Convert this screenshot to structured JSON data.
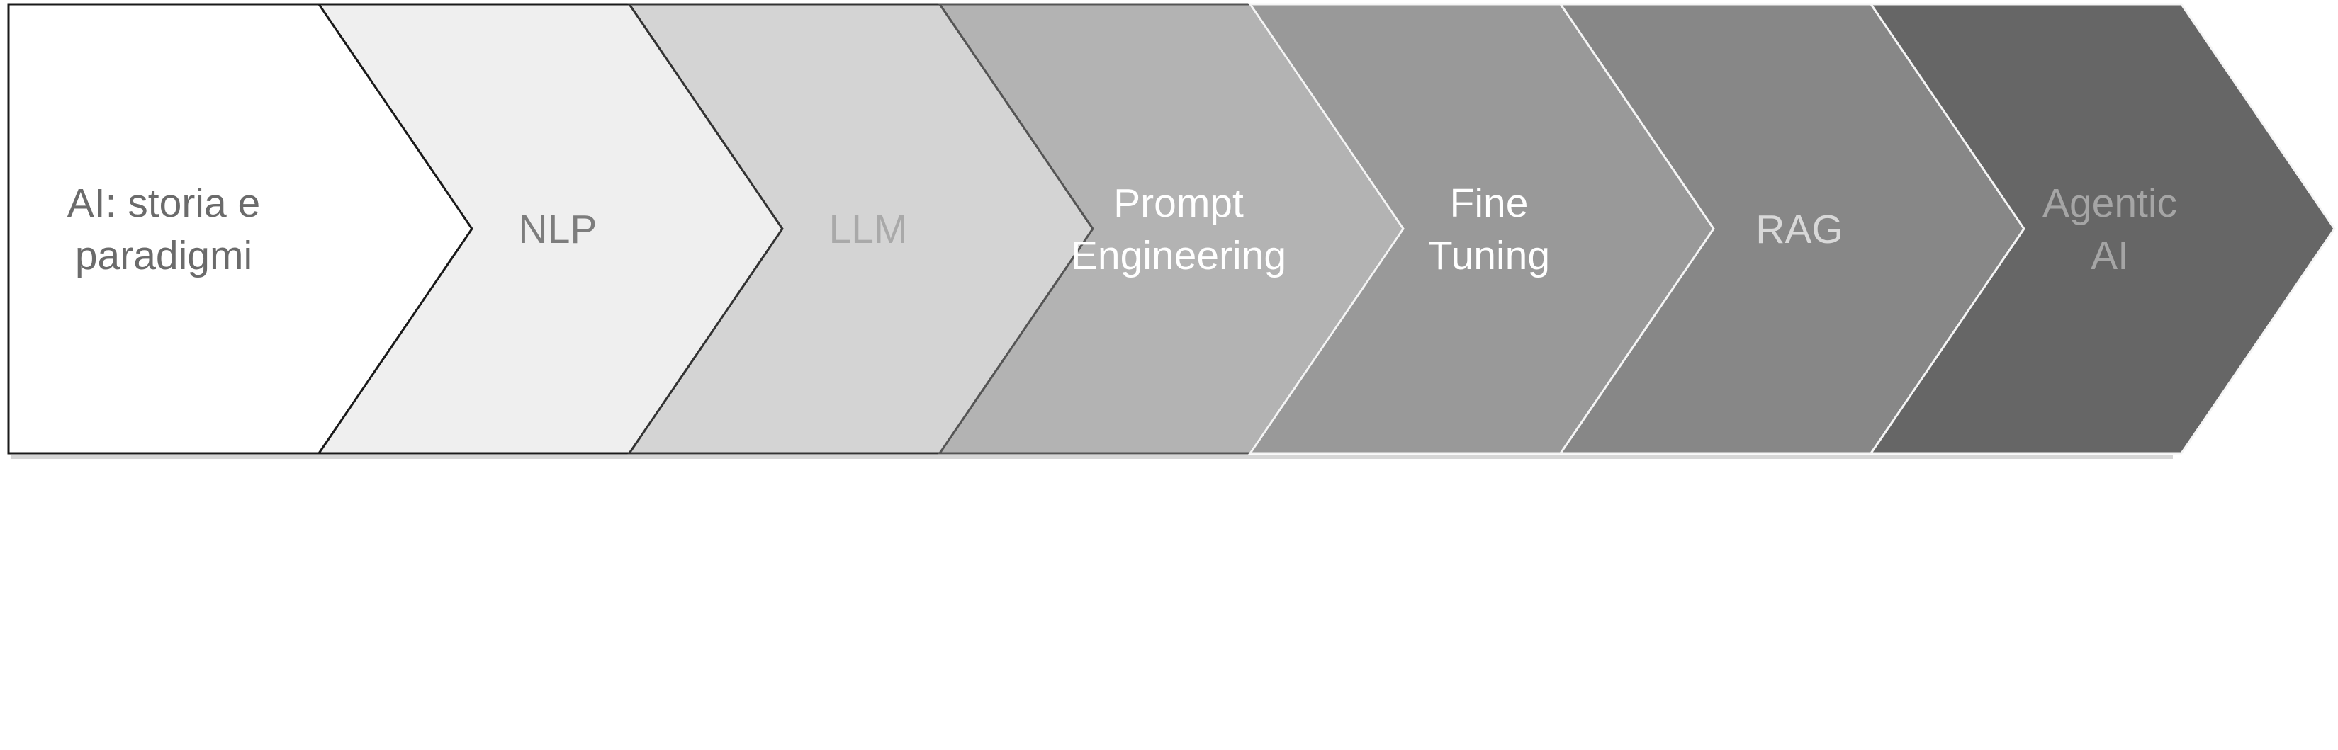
{
  "stages": [
    {
      "lines": [
        "AI: storia e",
        "paradigmi"
      ],
      "fill": "#ffffff",
      "stroke": "#1a1a1a",
      "text_color": "#6b6b6b"
    },
    {
      "lines": [
        "NLP"
      ],
      "fill": "#efefef",
      "stroke": "#1a1a1a",
      "text_color": "#7d7d7d"
    },
    {
      "lines": [
        "LLM"
      ],
      "fill": "#d4d4d4",
      "stroke": "#333333",
      "text_color": "#a9a9a9"
    },
    {
      "lines": [
        "Prompt",
        "Engineering"
      ],
      "fill": "#b3b3b3",
      "stroke": "#555555",
      "text_color": "#ffffff"
    },
    {
      "lines": [
        "Fine",
        "Tuning"
      ],
      "fill": "#999999",
      "stroke": "#f4f4f4",
      "text_color": "#ffffff"
    },
    {
      "lines": [
        "RAG"
      ],
      "fill": "#878787",
      "stroke": "#f4f4f4",
      "text_color": "#d8d8d8"
    },
    {
      "lines": [
        "Agentic",
        "AI"
      ],
      "fill": "#666666",
      "stroke": "#f4f4f4",
      "text_color": "#a5a5a5"
    }
  ]
}
